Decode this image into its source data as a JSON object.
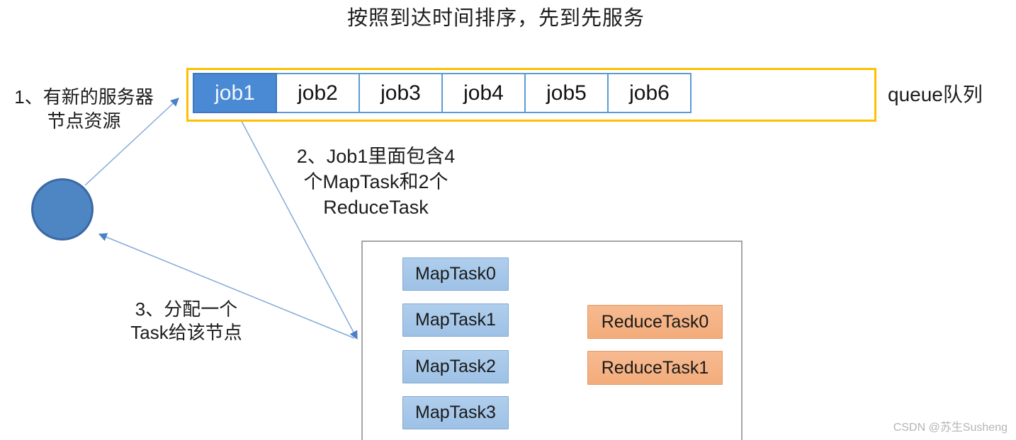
{
  "title": "按照到达时间排序，先到先服务",
  "queue": {
    "label": "queue队列",
    "jobs": [
      "job1",
      "job2",
      "job3",
      "job4",
      "job5",
      "job6"
    ],
    "active_job": "job1"
  },
  "notes": {
    "note1": {
      "line1": "1、有新的服务器",
      "line2": "节点资源"
    },
    "note2": {
      "line1": "2、Job1里面包含4",
      "line2": "个MapTask和2个",
      "line3": "ReduceTask"
    },
    "note3": {
      "line1": "3、分配一个",
      "line2": "Task给该节点"
    }
  },
  "tasks": {
    "map0": "MapTask0",
    "map1": "MapTask1",
    "map2": "MapTask2",
    "map3": "MapTask3",
    "reduce0": "ReduceTask0",
    "reduce1": "ReduceTask1"
  },
  "watermark": "CSDN @苏生Susheng",
  "colors": {
    "queue_border": "#FFC000",
    "job_active_fill": "#4A8AD4",
    "job_border": "#5B9BD5",
    "map_task_fill": "#A7C7EA",
    "reduce_task_fill": "#F5B183",
    "task_box_border": "#A6A6A6",
    "node_fill": "#4E86C3",
    "arrow_line": "#84AAD8",
    "arrow_head": "#4A80C6"
  }
}
